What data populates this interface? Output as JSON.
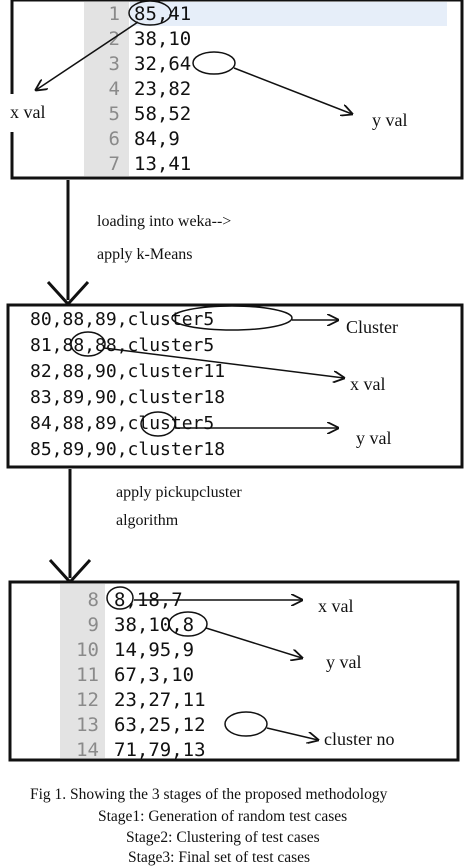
{
  "stage1": {
    "line_numbers": [
      "1",
      "2",
      "3",
      "4",
      "5",
      "6",
      "7"
    ],
    "rows": [
      "85,41",
      "38,10",
      "32,64",
      "23,82",
      "58,52",
      "84,9",
      "13,41"
    ],
    "label_x": "x val",
    "label_y": "y val"
  },
  "transition1": {
    "line1": "loading into weka-->",
    "line2": "apply k-Means"
  },
  "stage2": {
    "rows": [
      "80,88,89,cluster5",
      "81,88,88,cluster5",
      "82,88,90,cluster11",
      "83,89,90,cluster18",
      "84,88,89,cluster5",
      "85,89,90,cluster18"
    ],
    "label_cluster": "Cluster",
    "label_x": "x val",
    "label_y": "y val"
  },
  "transition2": {
    "line1": "apply pickupcluster",
    "line2": "algorithm"
  },
  "stage3": {
    "line_numbers": [
      "8",
      "9",
      "10",
      "11",
      "12",
      "13",
      "14"
    ],
    "rows": [
      "8,18,7",
      "38,10,8",
      "14,95,9",
      "67,3,10",
      "23,27,11",
      "63,25,12",
      "71,79,13"
    ],
    "label_x": "x val",
    "label_y": "y val",
    "label_cluster_no": "cluster no"
  },
  "caption": {
    "line1": "Fig 1. Showing the 3 stages of the proposed methodology",
    "line2": "Stage1: Generation of random test cases",
    "line3": "Stage2: Clustering of test cases",
    "line4": "Stage3: Final set of test cases"
  },
  "colors": {
    "gutter": "#e3e3e3",
    "line_number": "#8a8a8a",
    "highlight_row": "#e6eef9",
    "ink": "#111111"
  }
}
